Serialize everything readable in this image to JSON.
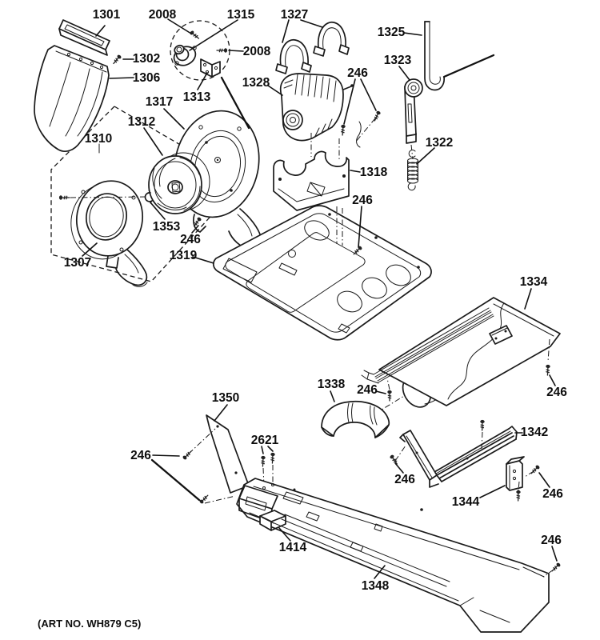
{
  "figure": {
    "art_no": "(ART NO. WH879 C5)",
    "background": "#ffffff",
    "line_color": "#1a1a1a"
  },
  "labels": [
    {
      "text": "1301"
    },
    {
      "text": "2008"
    },
    {
      "text": "1315"
    },
    {
      "text": "1327"
    },
    {
      "text": "1325"
    },
    {
      "text": "1302"
    },
    {
      "text": "2008"
    },
    {
      "text": "1323"
    },
    {
      "text": "1306"
    },
    {
      "text": "1328"
    },
    {
      "text": "246"
    },
    {
      "text": "1313"
    },
    {
      "text": "1317"
    },
    {
      "text": "1312"
    },
    {
      "text": "1310"
    },
    {
      "text": "1322"
    },
    {
      "text": "1318"
    },
    {
      "text": "246"
    },
    {
      "text": "1353"
    },
    {
      "text": "246"
    },
    {
      "text": "1307"
    },
    {
      "text": "1319"
    },
    {
      "text": "1334"
    },
    {
      "text": "1338"
    },
    {
      "text": "246"
    },
    {
      "text": "246"
    },
    {
      "text": "1350"
    },
    {
      "text": "2621"
    },
    {
      "text": "1342"
    },
    {
      "text": "246"
    },
    {
      "text": "246"
    },
    {
      "text": "1344"
    },
    {
      "text": "246"
    },
    {
      "text": "1414"
    },
    {
      "text": "246"
    },
    {
      "text": "1348"
    }
  ]
}
